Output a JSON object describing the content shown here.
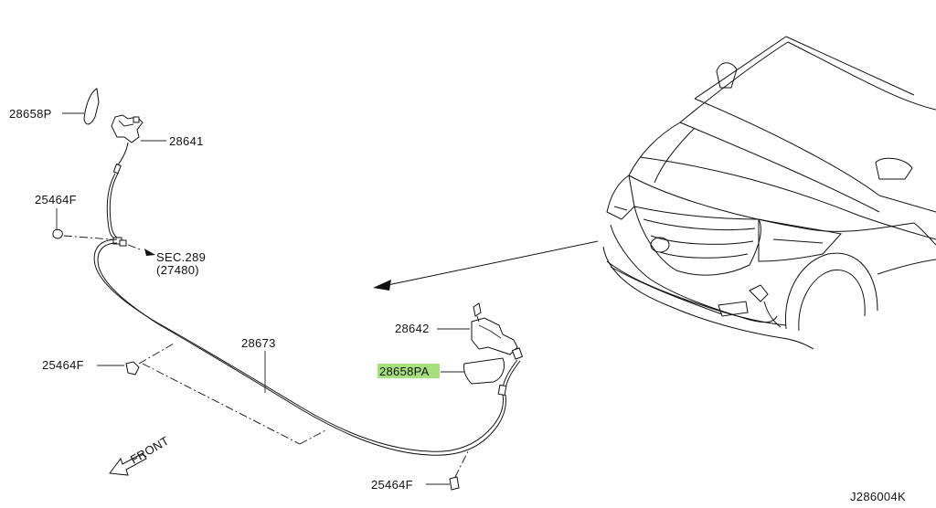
{
  "diagram": {
    "code": "J286004K",
    "front_label": "FRONT",
    "highlight_color": "#a6e07a",
    "parts": {
      "p28658P": "28658P",
      "p28641": "28641",
      "p25464F_a": "25464F",
      "p25464F_b": "25464F",
      "p25464F_c": "25464F",
      "p28673": "28673",
      "p28642": "28642",
      "p28658PA": "28658PA"
    },
    "sec_ref": {
      "line1": "SEC.289",
      "line2": "(27480)"
    }
  }
}
